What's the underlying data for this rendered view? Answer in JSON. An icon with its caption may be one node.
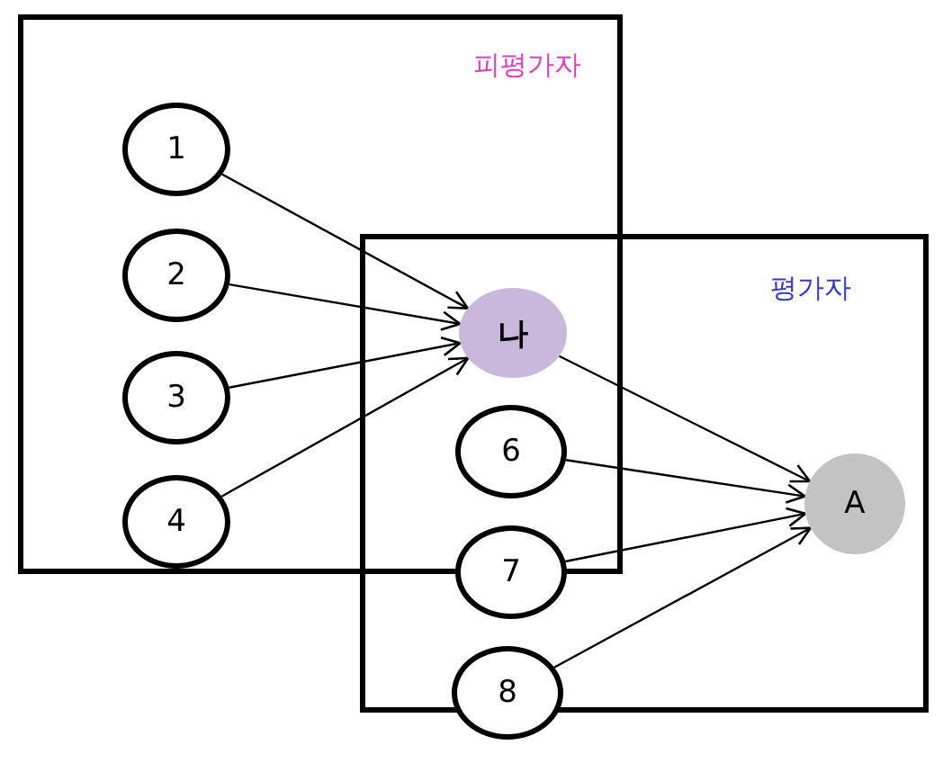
{
  "diagram": {
    "nodes": [
      {
        "text": [
          "피평가자"
        ]
      },
      {
        "text": [
          "평가자"
        ]
      },
      {
        "text": [
          "1"
        ],
        "in": 0
      },
      {
        "text": [
          "2"
        ],
        "in": 0
      },
      {
        "text": [
          "3"
        ],
        "in": 0
      },
      {
        "text": [
          "4"
        ],
        "in": 0
      },
      {
        "text": [
          "나"
        ]
      },
      {
        "text": [
          "6"
        ]
      },
      {
        "text": [
          "7"
        ],
        "in": 1
      },
      {
        "text": [
          "8"
        ],
        "in": 1
      },
      {
        "text": [
          "A"
        ],
        "in": 1
      }
    ],
    "edges": [
      {
        "from": 2,
        "to": 6,
        "arrow": "to"
      },
      {
        "from": 3,
        "to": 6,
        "arrow": "to"
      },
      {
        "from": 4,
        "to": 6,
        "arrow": "to"
      },
      {
        "from": 5,
        "to": 6,
        "arrow": "to"
      },
      {
        "from": 6,
        "to": 10,
        "arrow": "to"
      },
      {
        "from": 7,
        "to": 10,
        "arrow": "to"
      },
      {
        "from": 8,
        "to": 10,
        "arrow": "to"
      },
      {
        "from": 9,
        "to": 10,
        "arrow": "to"
      }
    ]
  }
}
